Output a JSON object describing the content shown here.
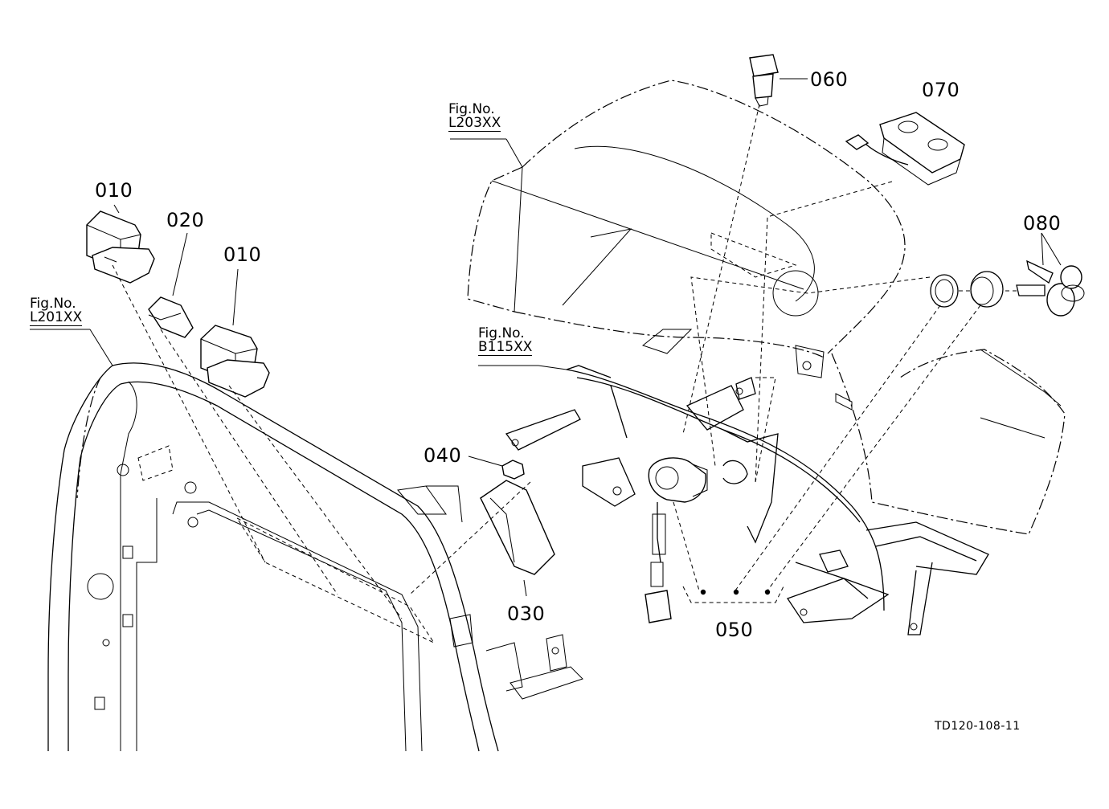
{
  "figure_refs": [
    {
      "prefix": "Fig.No.",
      "code": "L203XX"
    },
    {
      "prefix": "Fig.No.",
      "code": "L201XX"
    },
    {
      "prefix": "Fig.No.",
      "code": "B115XX"
    }
  ],
  "parts": [
    {
      "number": "010"
    },
    {
      "number": "020"
    },
    {
      "number": "010"
    },
    {
      "number": "030"
    },
    {
      "number": "040"
    },
    {
      "number": "050"
    },
    {
      "number": "060"
    },
    {
      "number": "070"
    },
    {
      "number": "080"
    }
  ],
  "document_id": "TD120-108-11"
}
